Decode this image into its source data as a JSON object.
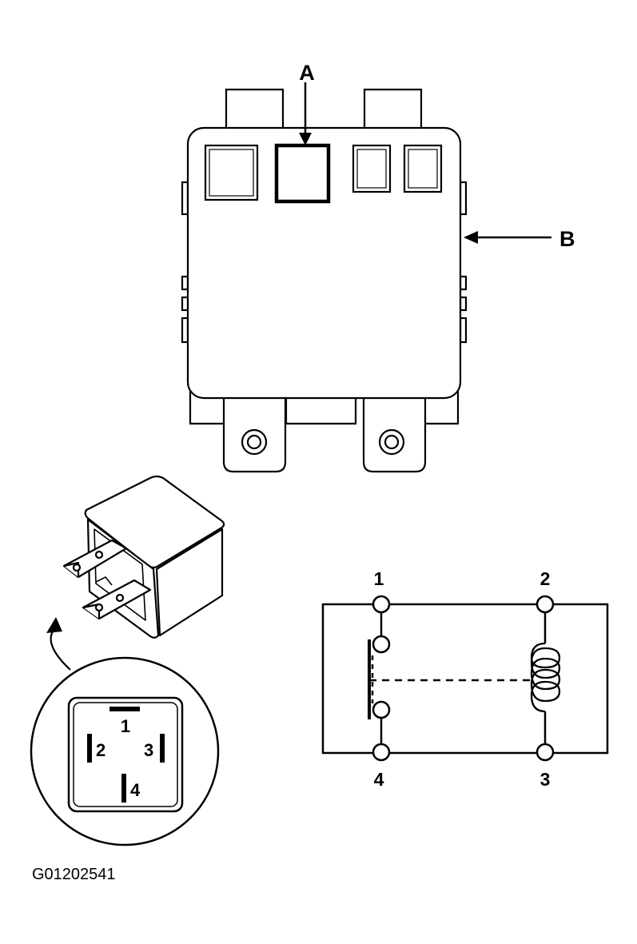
{
  "callouts": {
    "a": "A",
    "b": "B"
  },
  "relay_connector": {
    "pin1": "1",
    "pin2": "2",
    "pin3": "3",
    "pin4": "4"
  },
  "schematic": {
    "terminal1": "1",
    "terminal2": "2",
    "terminal3": "3",
    "terminal4": "4"
  },
  "figure_id": "G01202541"
}
